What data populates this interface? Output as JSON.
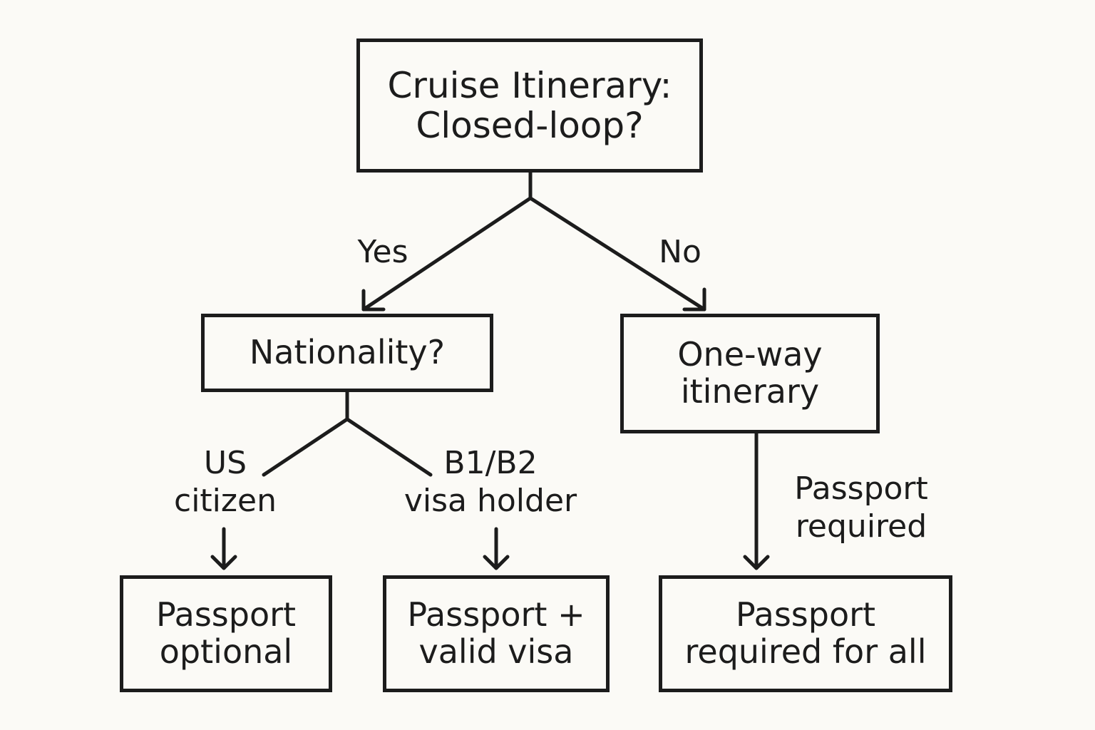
{
  "nodes": {
    "root": {
      "lines": [
        "Cruise Itinerary:",
        "Closed-loop?"
      ]
    },
    "nationality": {
      "lines": [
        "Nationality?"
      ]
    },
    "one_way": {
      "lines": [
        "One-way",
        "itinerary"
      ]
    },
    "passport_optional": {
      "lines": [
        "Passport",
        "optional"
      ]
    },
    "passport_visa": {
      "lines": [
        "Passport +",
        "valid visa"
      ]
    },
    "passport_all": {
      "lines": [
        "Passport",
        "required for all"
      ]
    }
  },
  "edge_labels": {
    "yes": "Yes",
    "no": "No",
    "us_citizen": [
      "US",
      "citizen"
    ],
    "b1b2_visa_holder": [
      "B1/B2",
      "visa holder"
    ],
    "passport_required": [
      "Passport",
      "required"
    ]
  },
  "colors": {
    "ink": "#1c1c1c",
    "background": "#fbfaf6"
  }
}
